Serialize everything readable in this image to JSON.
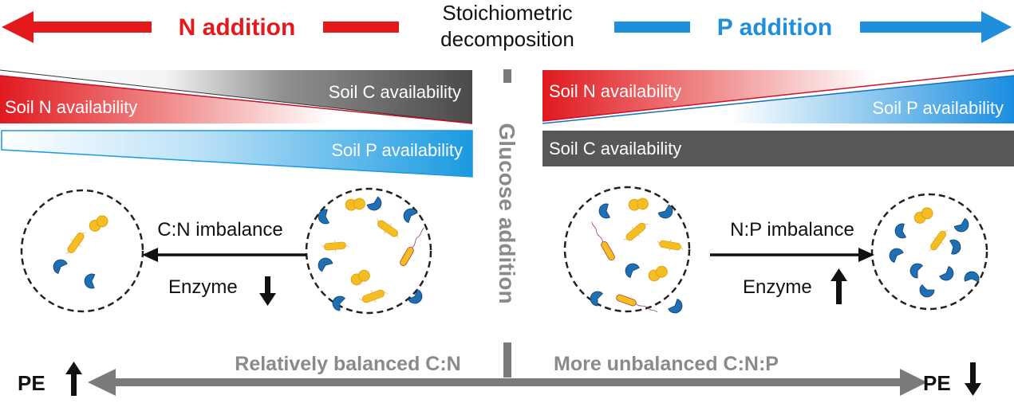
{
  "header": {
    "n_addition": "N addition",
    "p_addition": "P addition",
    "center_line1": "Stoichiometric",
    "center_line2": "decomposition"
  },
  "left_panel": {
    "soil_c": "Soil C availability",
    "soil_n": "Soil N availability",
    "soil_p": "Soil P availability",
    "imbalance": "C:N imbalance",
    "enzyme": "Enzyme"
  },
  "right_panel": {
    "soil_n": "Soil N availability",
    "soil_p": "Soil P availability",
    "soil_c": "Soil C availability",
    "imbalance": "N:P imbalance",
    "enzyme": "Enzyme"
  },
  "center": {
    "glucose": "Glucose addition"
  },
  "footer": {
    "left_text": "Relatively balanced C:N",
    "right_text": "More unbalanced C:N:P",
    "pe_left": "PE",
    "pe_right": "PE"
  },
  "colors": {
    "red": "#e3191c",
    "blue": "#1f8fdb",
    "gray": "#8a8a8a",
    "dark": "#505050",
    "microbe_yellow": "#f4bd22",
    "enzyme_blue": "#1f6fb5"
  }
}
